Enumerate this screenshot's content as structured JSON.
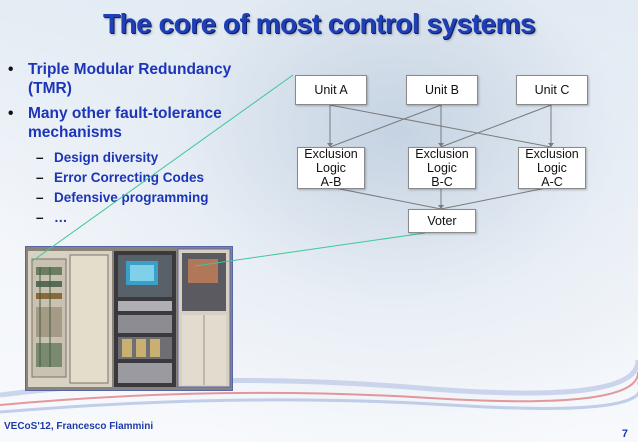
{
  "slide": {
    "title": "The core of most control systems",
    "bullets": [
      {
        "text": "Triple Modular Redundancy (TMR)"
      },
      {
        "text": "Many other fault-tolerance mechanisms"
      }
    ],
    "sub_bullets": [
      {
        "text": "Design diversity"
      },
      {
        "text": "Error Correcting Codes"
      },
      {
        "text": "Defensive programming"
      },
      {
        "text": "…"
      }
    ],
    "diagram": {
      "units": [
        "Unit A",
        "Unit B",
        "Unit C"
      ],
      "exclusion": [
        {
          "line1": "Exclusion",
          "line2": "Logic",
          "line3": "A-B"
        },
        {
          "line1": "Exclusion",
          "line2": "Logic",
          "line3": "B-C"
        },
        {
          "line1": "Exclusion",
          "line2": "Logic",
          "line3": "A-C"
        }
      ],
      "voter": "Voter"
    },
    "footer": "VECoS'12, Francesco Flammini",
    "page_number": "7"
  }
}
